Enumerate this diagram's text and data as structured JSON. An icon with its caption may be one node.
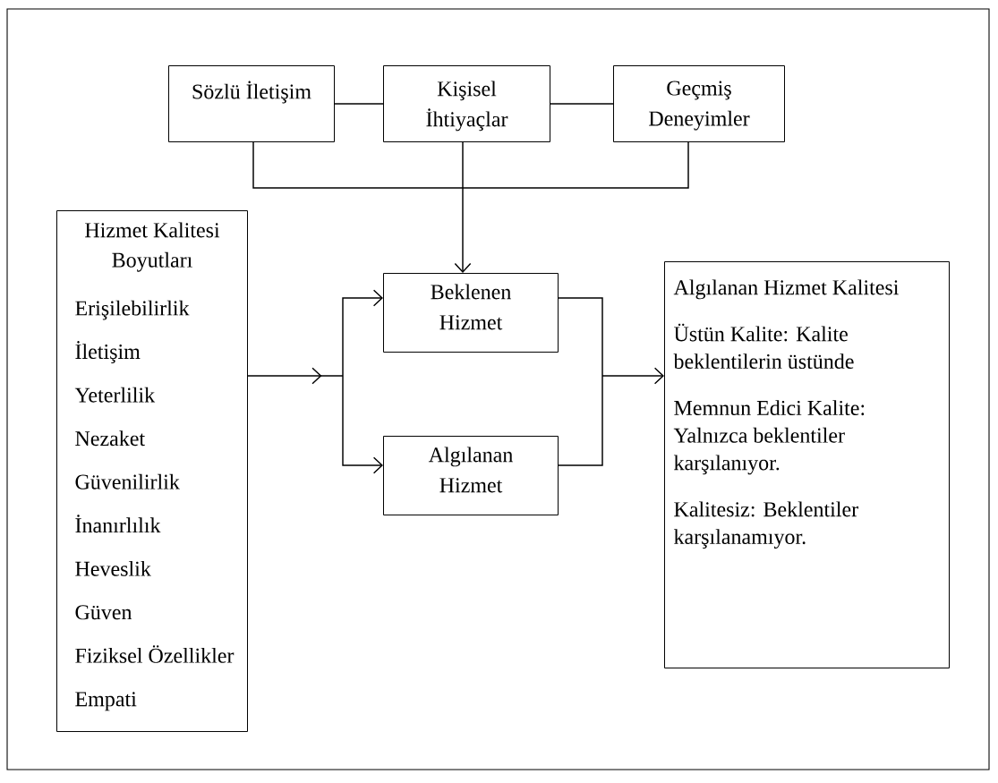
{
  "diagram": {
    "nodes": [
      {
        "text": [
          "Sözlü İletişim"
        ]
      },
      {
        "text": [
          "Kişisel İhtiyaçlar"
        ]
      },
      {
        "text": [
          "Geçmiş Deneyimler"
        ]
      },
      {
        "text": [
          "Hizmet Kalitesi Boyutları",
          "Erişilebilirlik",
          "İletişim",
          "Yeterlilik",
          "Nezaket",
          "Güvenilirlik",
          "İnanırlılık",
          "Heveslik",
          "Güven",
          "Fiziksel Özellikler",
          "Empati"
        ]
      },
      {
        "text": [
          "Beklenen Hizmet"
        ]
      },
      {
        "text": [
          "Algılanan Hizmet"
        ]
      },
      {
        "text": [
          "Algılanan Hizmet Kalitesi",
          "Üstün Kalite: Kalite beklentilerin üstünde",
          "Memnun Edici Kalite: Yalnızca beklentiler karşılanıyor.",
          "Kalitesiz: Beklentiler karşılanamıyor."
        ]
      }
    ],
    "edges": [
      {
        "from": 0,
        "to": 1,
        "arrow": "none"
      },
      {
        "from": 1,
        "to": 2,
        "arrow": "none"
      },
      {
        "from": 0,
        "to": 4,
        "arrow": "to"
      },
      {
        "from": 1,
        "to": 4,
        "arrow": "to"
      },
      {
        "from": 2,
        "to": 4,
        "arrow": "to"
      },
      {
        "from": 3,
        "to": 4,
        "arrow": "to"
      },
      {
        "from": 3,
        "to": 5,
        "arrow": "to"
      },
      {
        "from": 4,
        "to": 6,
        "arrow": "to"
      },
      {
        "from": 5,
        "to": 6,
        "arrow": "to"
      }
    ]
  }
}
